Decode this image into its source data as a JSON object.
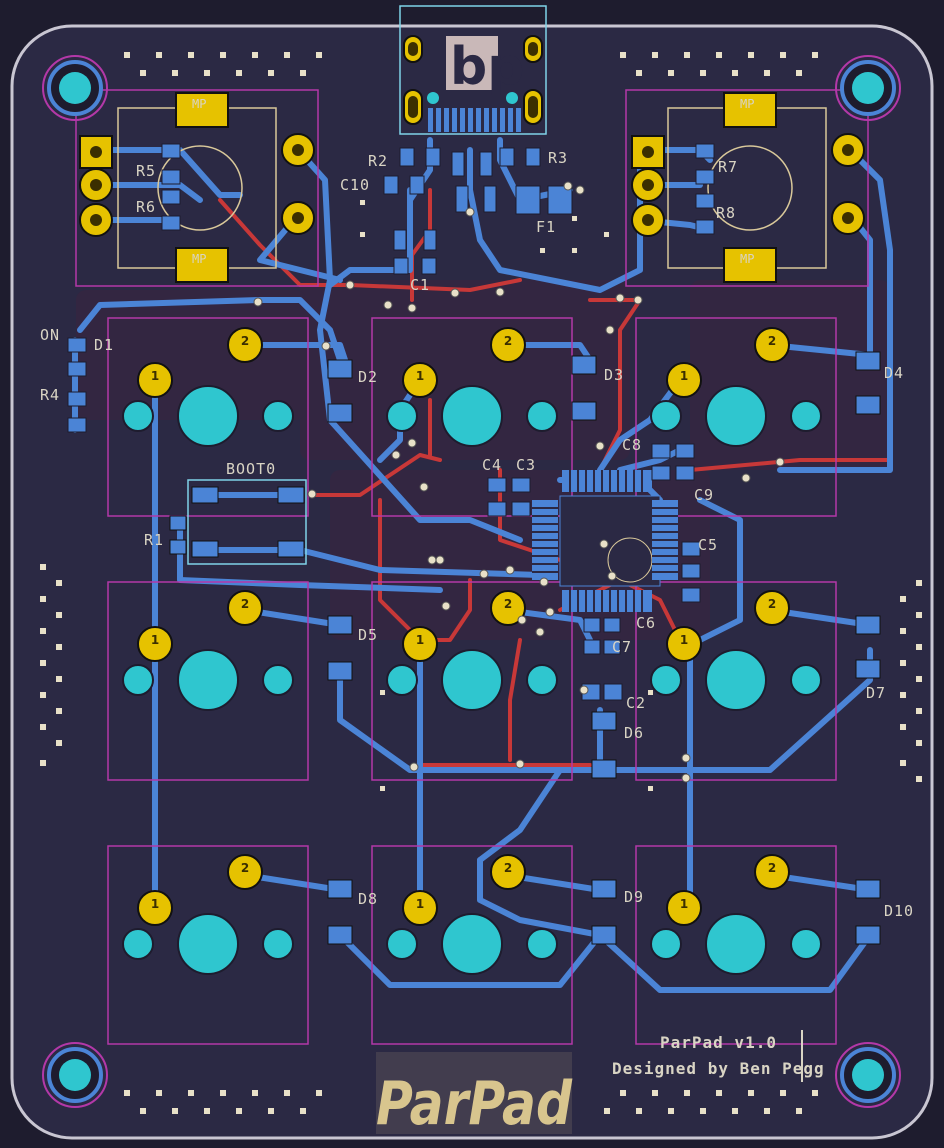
{
  "board": {
    "colors": {
      "background": "#1e1c2e",
      "board": "#2b2944",
      "edge": "#c9c6d2",
      "copper_back": "#4b84d6",
      "copper_front": "#c83838",
      "pad_gold": "#e6c200",
      "via": "#2fc6cf",
      "courtyard": "#b338a8",
      "silk": "#d9d4c4",
      "keepout": "#5a1f38"
    },
    "usb_logo": "bp",
    "logo_text": "ParPad",
    "credit_line1": "ParPad v1.0",
    "credit_line2": "Designed by Ben Pegg",
    "labels": {
      "R2": "R2",
      "R3": "R3",
      "C10": "C10",
      "C1": "C1",
      "F1": "F1",
      "R5": "R5",
      "R6": "R6",
      "R7": "R7",
      "R8": "R8",
      "D1": "D1",
      "R4": "R4",
      "ON": "ON",
      "BOOT0": "BOOT0",
      "R1": "R1",
      "D2": "D2",
      "D3": "D3",
      "D4": "D4",
      "D5": "D5",
      "D6": "D6",
      "D7": "D7",
      "D8": "D8",
      "D9": "D9",
      "D10": "D10",
      "C2": "C2",
      "C3": "C3",
      "C4": "C4",
      "C5": "C5",
      "C6": "C6",
      "C7": "C7",
      "C8": "C8",
      "C9": "C9",
      "pin1": "1",
      "pin2": "2",
      "MP": "MP"
    }
  }
}
